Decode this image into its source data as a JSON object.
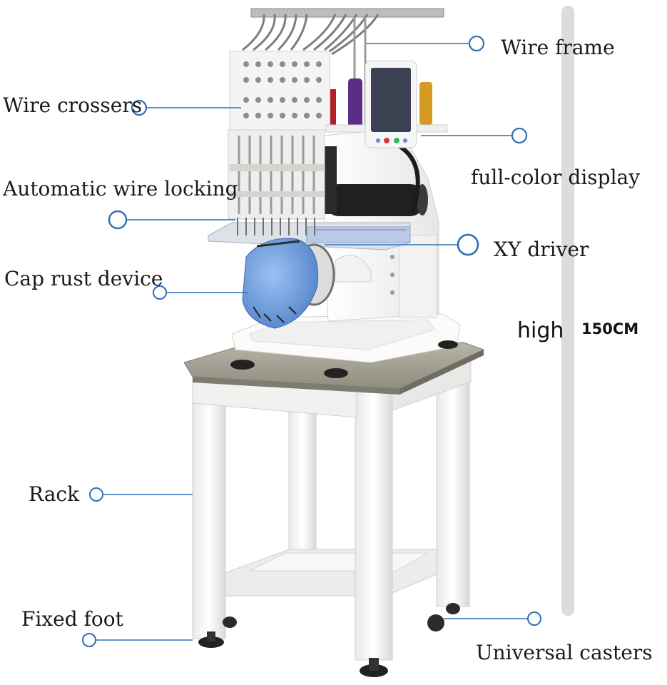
{
  "labels": {
    "wire_frame": "Wire frame",
    "wire_crossers": "Wire crossers",
    "full_color_display": "full-color display",
    "automatic_wire_locking": "Automatic wire locking",
    "xy_driver": "XY driver",
    "cap_rust_device": "Cap rust device",
    "rack": "Rack",
    "fixed_foot": "Fixed foot",
    "universal_casters": "Universal casters"
  },
  "height": {
    "word": "high",
    "value": "150CM"
  },
  "colors": {
    "callout_line": "#2f6fb5",
    "height_bar": "#dcdcdc",
    "table_top": "#9c9a8e",
    "frame_white": "#f4f4f2",
    "cap_blue": "#6d9fe0",
    "display_screen": "#3a4150"
  }
}
